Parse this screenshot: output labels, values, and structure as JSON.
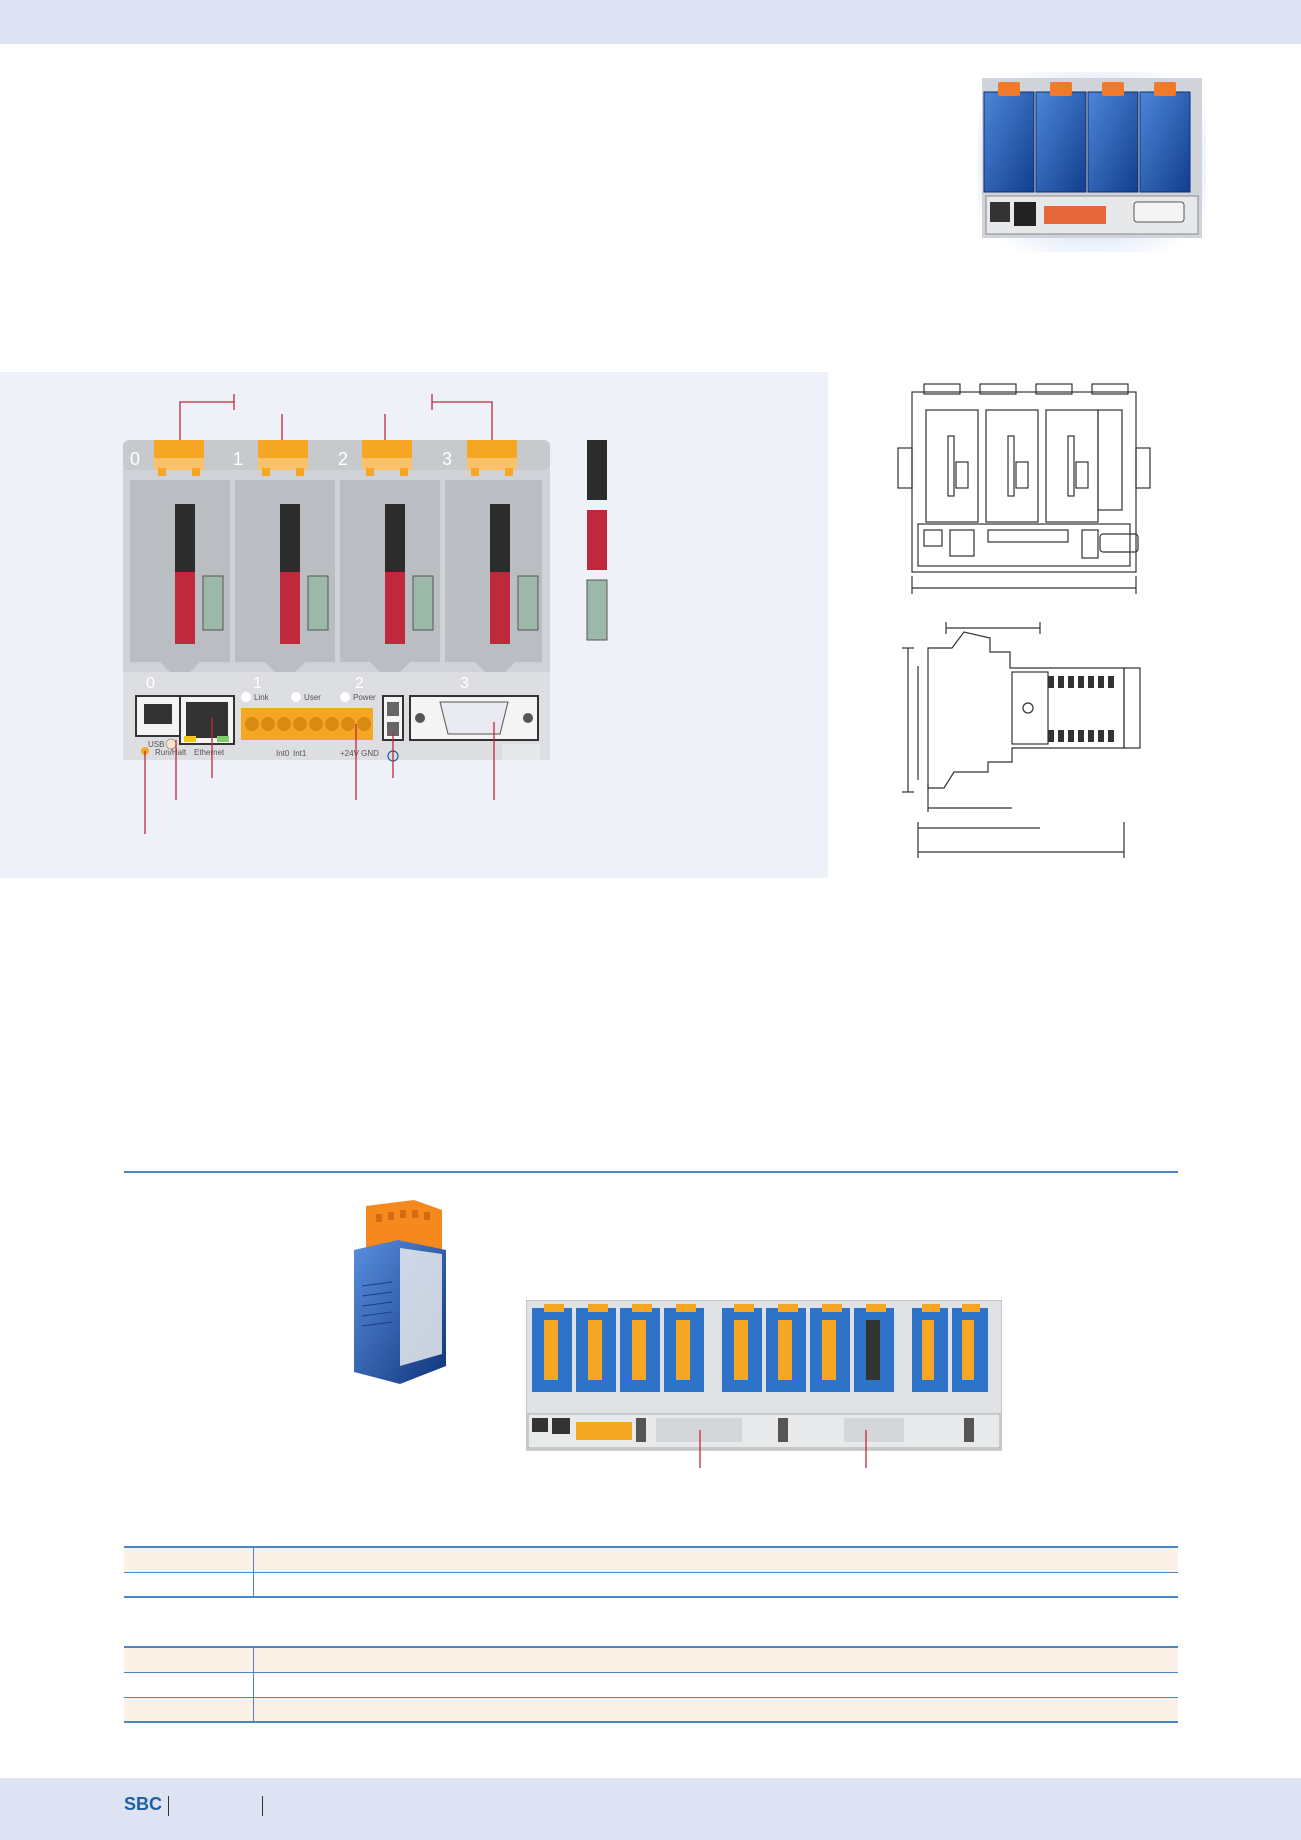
{
  "header": {
    "band_color": "#dde3f3"
  },
  "footer": {
    "brand": "SBC",
    "band_color": "#dde3f3"
  },
  "colors": {
    "accent_blue": "#4a86c8",
    "orange": "#f5a623",
    "connector_red": "#c0283c",
    "connector_dark": "#2c2c2c",
    "connector_green": "#9bb8a8",
    "panel_bg": "#eef1f8",
    "row_tint": "#fbf1e6"
  },
  "diagram": {
    "slot_numbers": [
      "0",
      "1",
      "2",
      "3"
    ],
    "led_labels": {
      "link": "Link",
      "user": "User",
      "power": "Power",
      "run_halt": "Run/Halt"
    },
    "port_labels": {
      "usb": "USB",
      "ethernet": "Ethernet",
      "int0": "Int0",
      "int1": "Int1",
      "power_terminal": "+24V GND"
    }
  },
  "spec_tables": {
    "table1": {
      "rows": [
        {
          "key": "",
          "value": ""
        },
        {
          "key": "",
          "value": ""
        }
      ]
    },
    "table2": {
      "rows": [
        {
          "key": "",
          "value": ""
        },
        {
          "key": "",
          "value": ""
        },
        {
          "key": "",
          "value": ""
        }
      ]
    }
  },
  "icons": {
    "hero_photo": "plc-base-module-photo",
    "module_photo": "io-module-photo",
    "rack_photo": "extended-rack-photo",
    "dim_front": "dimension-drawing-front",
    "dim_side": "dimension-drawing-side",
    "ground": "ground-icon"
  }
}
